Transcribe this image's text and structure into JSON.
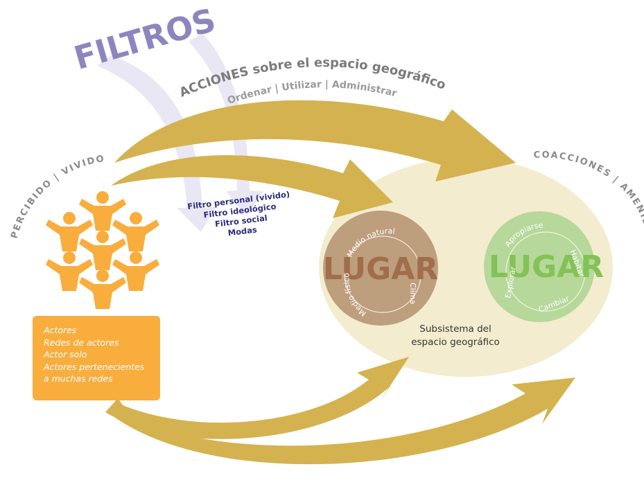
{
  "filtros_title": "FILTROS",
  "acciones": {
    "title": "ACCIONES sobre el espacio geográfico",
    "subtitle": "Ordenar | Utilizar | Administrar"
  },
  "percibido_label": "PERCIBIDO | VIVIDO",
  "coacciones_label": "COACCIONES | AMENIDADES",
  "filters": [
    "Filtro personal (vivido)",
    "Filtro ideológico",
    "Filtro social",
    "Modas"
  ],
  "actors_box": [
    "Actores",
    "Redes de actores",
    "Actor solo",
    "Actores pertenecientes",
    "a muchas redes"
  ],
  "lugar_left": {
    "label": "LUGAR",
    "ring": [
      "Medio natural",
      "Clima",
      "Medio físico"
    ]
  },
  "lugar_right": {
    "label": "LUGAR",
    "ring": [
      "Apropiarse",
      "Habitar",
      "Cambiar",
      "Explorar"
    ]
  },
  "subsistema": [
    "Subsistema del",
    "espacio geográfico"
  ],
  "colors": {
    "arrow": "#d4b24f",
    "ellipse": "#f4eccf",
    "lugar_left_fill": "#bd9e7d",
    "lugar_left_text": "#a16d4b",
    "lugar_right_fill": "#b6d89a",
    "lugar_right_text": "#84c257",
    "actors": "#f8ad3d",
    "filtros": "#8c86bf",
    "filter_list": "#2a2e7b",
    "gray_labels": "#8a8a8a"
  }
}
